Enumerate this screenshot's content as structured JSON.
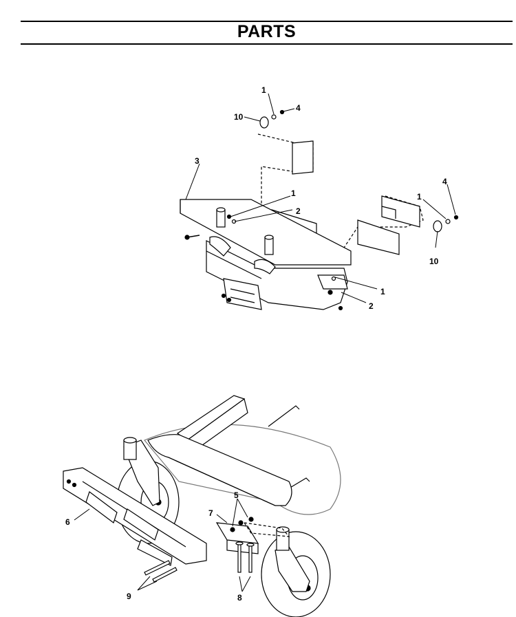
{
  "page": {
    "title": "PARTS"
  },
  "figure_top": {
    "callouts": [
      "1",
      "10",
      "4",
      "3",
      "1",
      "2",
      "4",
      "1",
      "10",
      "1",
      "2"
    ]
  },
  "figure_bottom": {
    "callouts": [
      "5",
      "7",
      "6",
      "9",
      "8"
    ]
  }
}
